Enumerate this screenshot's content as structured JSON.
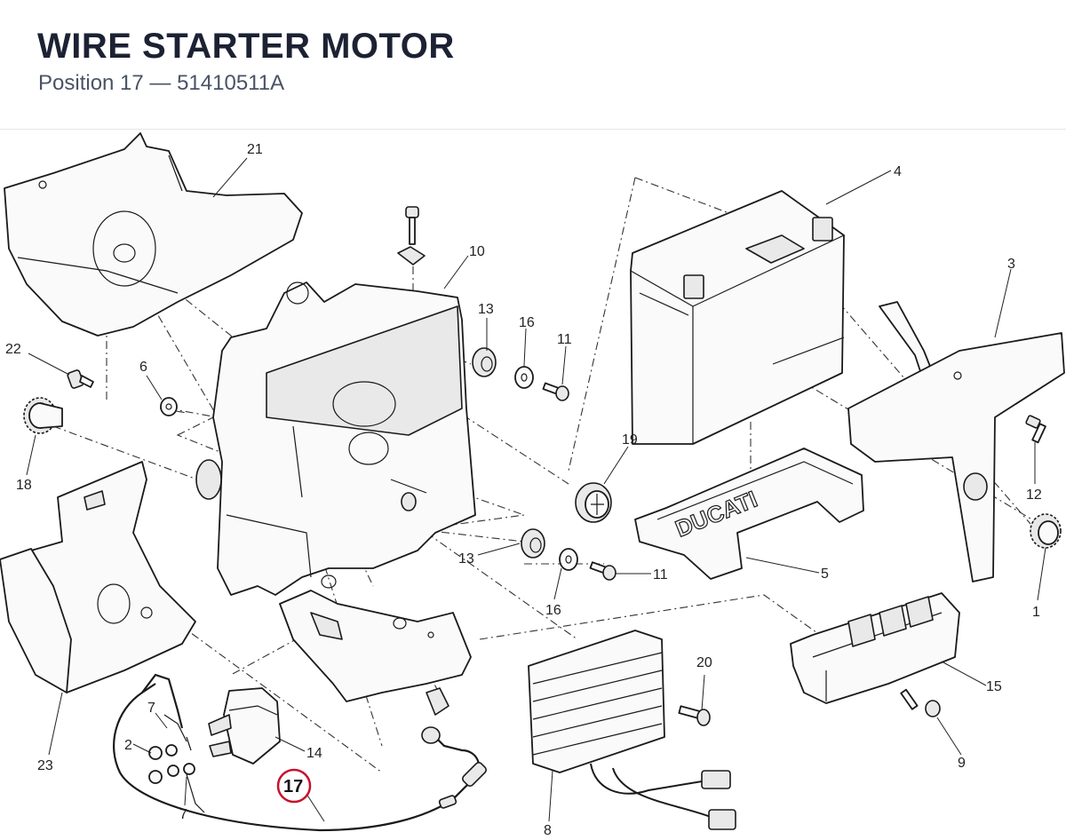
{
  "header": {
    "title": "WIRE STARTER MOTOR",
    "subtitle": "Position 17 — 51410511A"
  },
  "diagram": {
    "brand_mark": "DUCATI",
    "highlight_color": "#c8102e",
    "highlighted_callout": "17",
    "callouts": [
      "21",
      "4",
      "10",
      "3",
      "13",
      "16",
      "11",
      "22",
      "6",
      "18",
      "19",
      "12",
      "1",
      "13",
      "11",
      "16",
      "5",
      "23",
      "20",
      "15",
      "7",
      "2",
      "7",
      "14",
      "17",
      "9",
      "8"
    ]
  }
}
